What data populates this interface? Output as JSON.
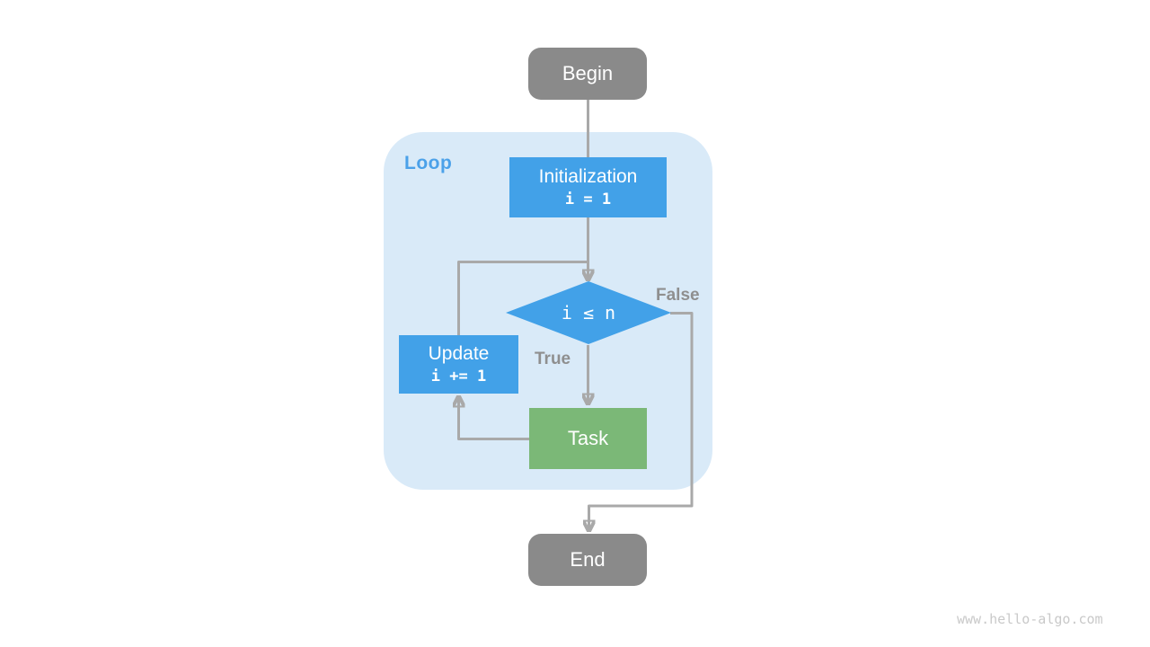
{
  "watermark": "www.hello-algo.com",
  "loop": {
    "label": "Loop"
  },
  "nodes": {
    "begin": {
      "label": "Begin"
    },
    "initialization": {
      "label": "Initialization",
      "code": "i = 1"
    },
    "condition": {
      "label": "i ≤ n"
    },
    "update": {
      "label": "Update",
      "code": "i += 1"
    },
    "task": {
      "label": "Task"
    },
    "end": {
      "label": "End"
    }
  },
  "edge_labels": {
    "true": "True",
    "false": "False"
  },
  "colors": {
    "terminal_gray": "#8A8A8A",
    "process_blue": "#42A1E8",
    "task_green": "#7BB877",
    "loop_background": "#D9EAF8",
    "loop_label_blue": "#4BA1E9",
    "connector_gray": "#A9A9A9",
    "edge_label_gray": "#8F8F8F",
    "watermark_gray": "#C9C9C9",
    "node_text_white": "#FFFFFF"
  }
}
